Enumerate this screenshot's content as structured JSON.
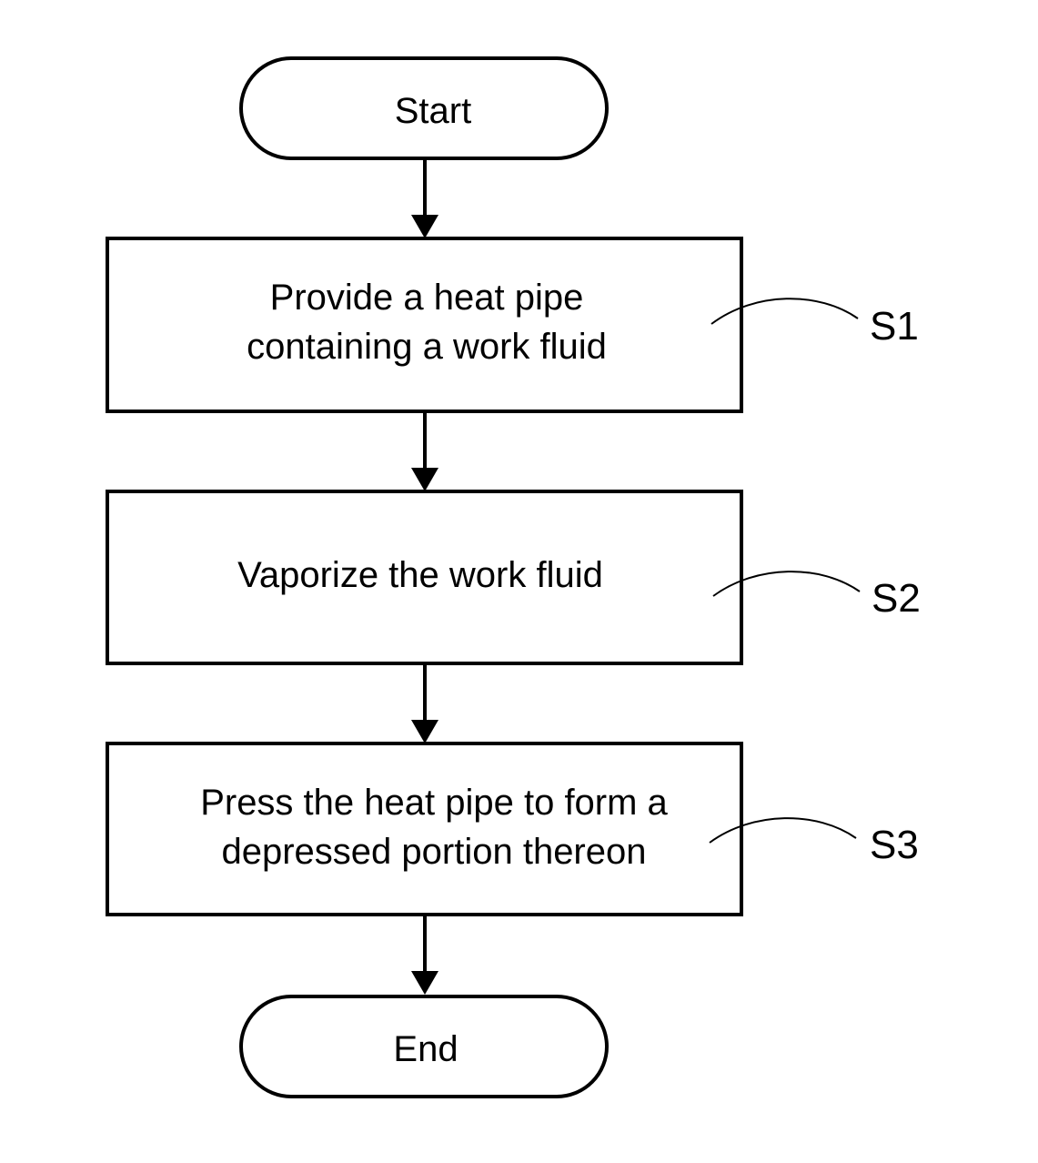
{
  "flowchart": {
    "start_label": "Start",
    "end_label": "End",
    "steps": [
      {
        "id": "S1",
        "lines": [
          "Provide a heat pipe",
          "containing a work fluid"
        ]
      },
      {
        "id": "S2",
        "lines": [
          "Vaporize the work fluid"
        ]
      },
      {
        "id": "S3",
        "lines": [
          "Press the heat pipe to form a",
          "depressed portion thereon"
        ]
      }
    ]
  }
}
